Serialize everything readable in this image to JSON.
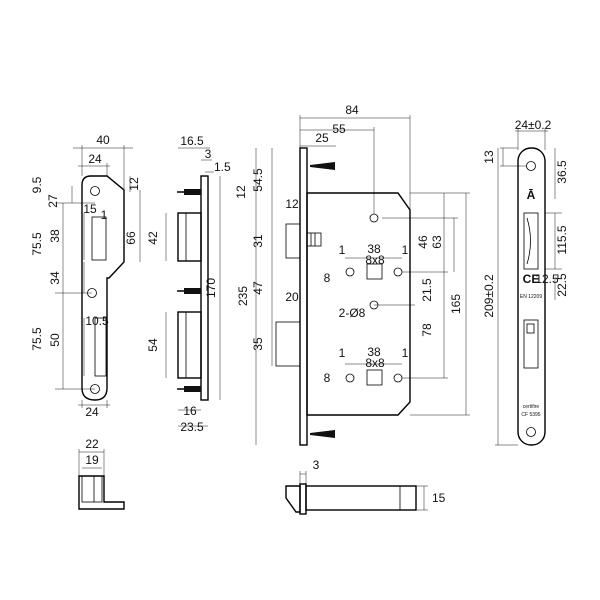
{
  "strike_plate": {
    "width_top": "40",
    "width_mid": "24",
    "width_bottom": "24",
    "lip_top": "9.5",
    "lip_height": "12",
    "offset_27": "27",
    "offset_15": "15",
    "offset_1": "1",
    "span_upper": "75.5",
    "window_upper": "38",
    "window_height": "66",
    "mid_34": "34",
    "span_lower": "75.5",
    "window_lower": "50",
    "offset_10_5": "10.5"
  },
  "keeper_side": {
    "thickness_16_5": "16.5",
    "plate_3": "3",
    "plate_1_5": "1.5",
    "box_upper": "42",
    "overall": "170",
    "box_lower": "54",
    "depth_16": "16",
    "depth_23_5": "23.5"
  },
  "lock_body": {
    "width_84": "84",
    "backset_55": "55",
    "face_25": "25",
    "top_12": "12",
    "latch_54_5": "54.5",
    "latch_12": "12",
    "latch_31": "31",
    "spindle_46": "46",
    "spindle_63": "63",
    "hub_upper_offset_1a": "1",
    "hub_upper_38": "38",
    "hub_upper_offset_1b": "1",
    "hub_upper_square": "8x8",
    "hub_upper_8": "8",
    "hub_21_5": "21.5",
    "body_165": "165",
    "height_235": "235",
    "bolt_47": "47",
    "bolt_20": "20",
    "screw_holes": "2-Ø8",
    "distance_78": "78",
    "bolt_35": "35",
    "hub_lower_offset_1a": "1",
    "hub_lower_38": "38",
    "hub_lower_offset_1b": "1",
    "hub_lower_square": "8x8",
    "hub_lower_8": "8"
  },
  "faceplate": {
    "width": "24±0.2",
    "top_13": "13",
    "offset_36_5": "36.5",
    "window_115_5": "115.5",
    "length": "209±0.2",
    "offset_12_5": "12.5",
    "offset_22_5": "22.5",
    "standard": "EN 12209",
    "ce_mark": "CE",
    "cert_text": "certifire",
    "cert_code": "CF 5395"
  },
  "strike_box": {
    "width_22": "22",
    "width_19": "19"
  },
  "latch_bolt": {
    "lip_3": "3",
    "height_15": "15"
  }
}
